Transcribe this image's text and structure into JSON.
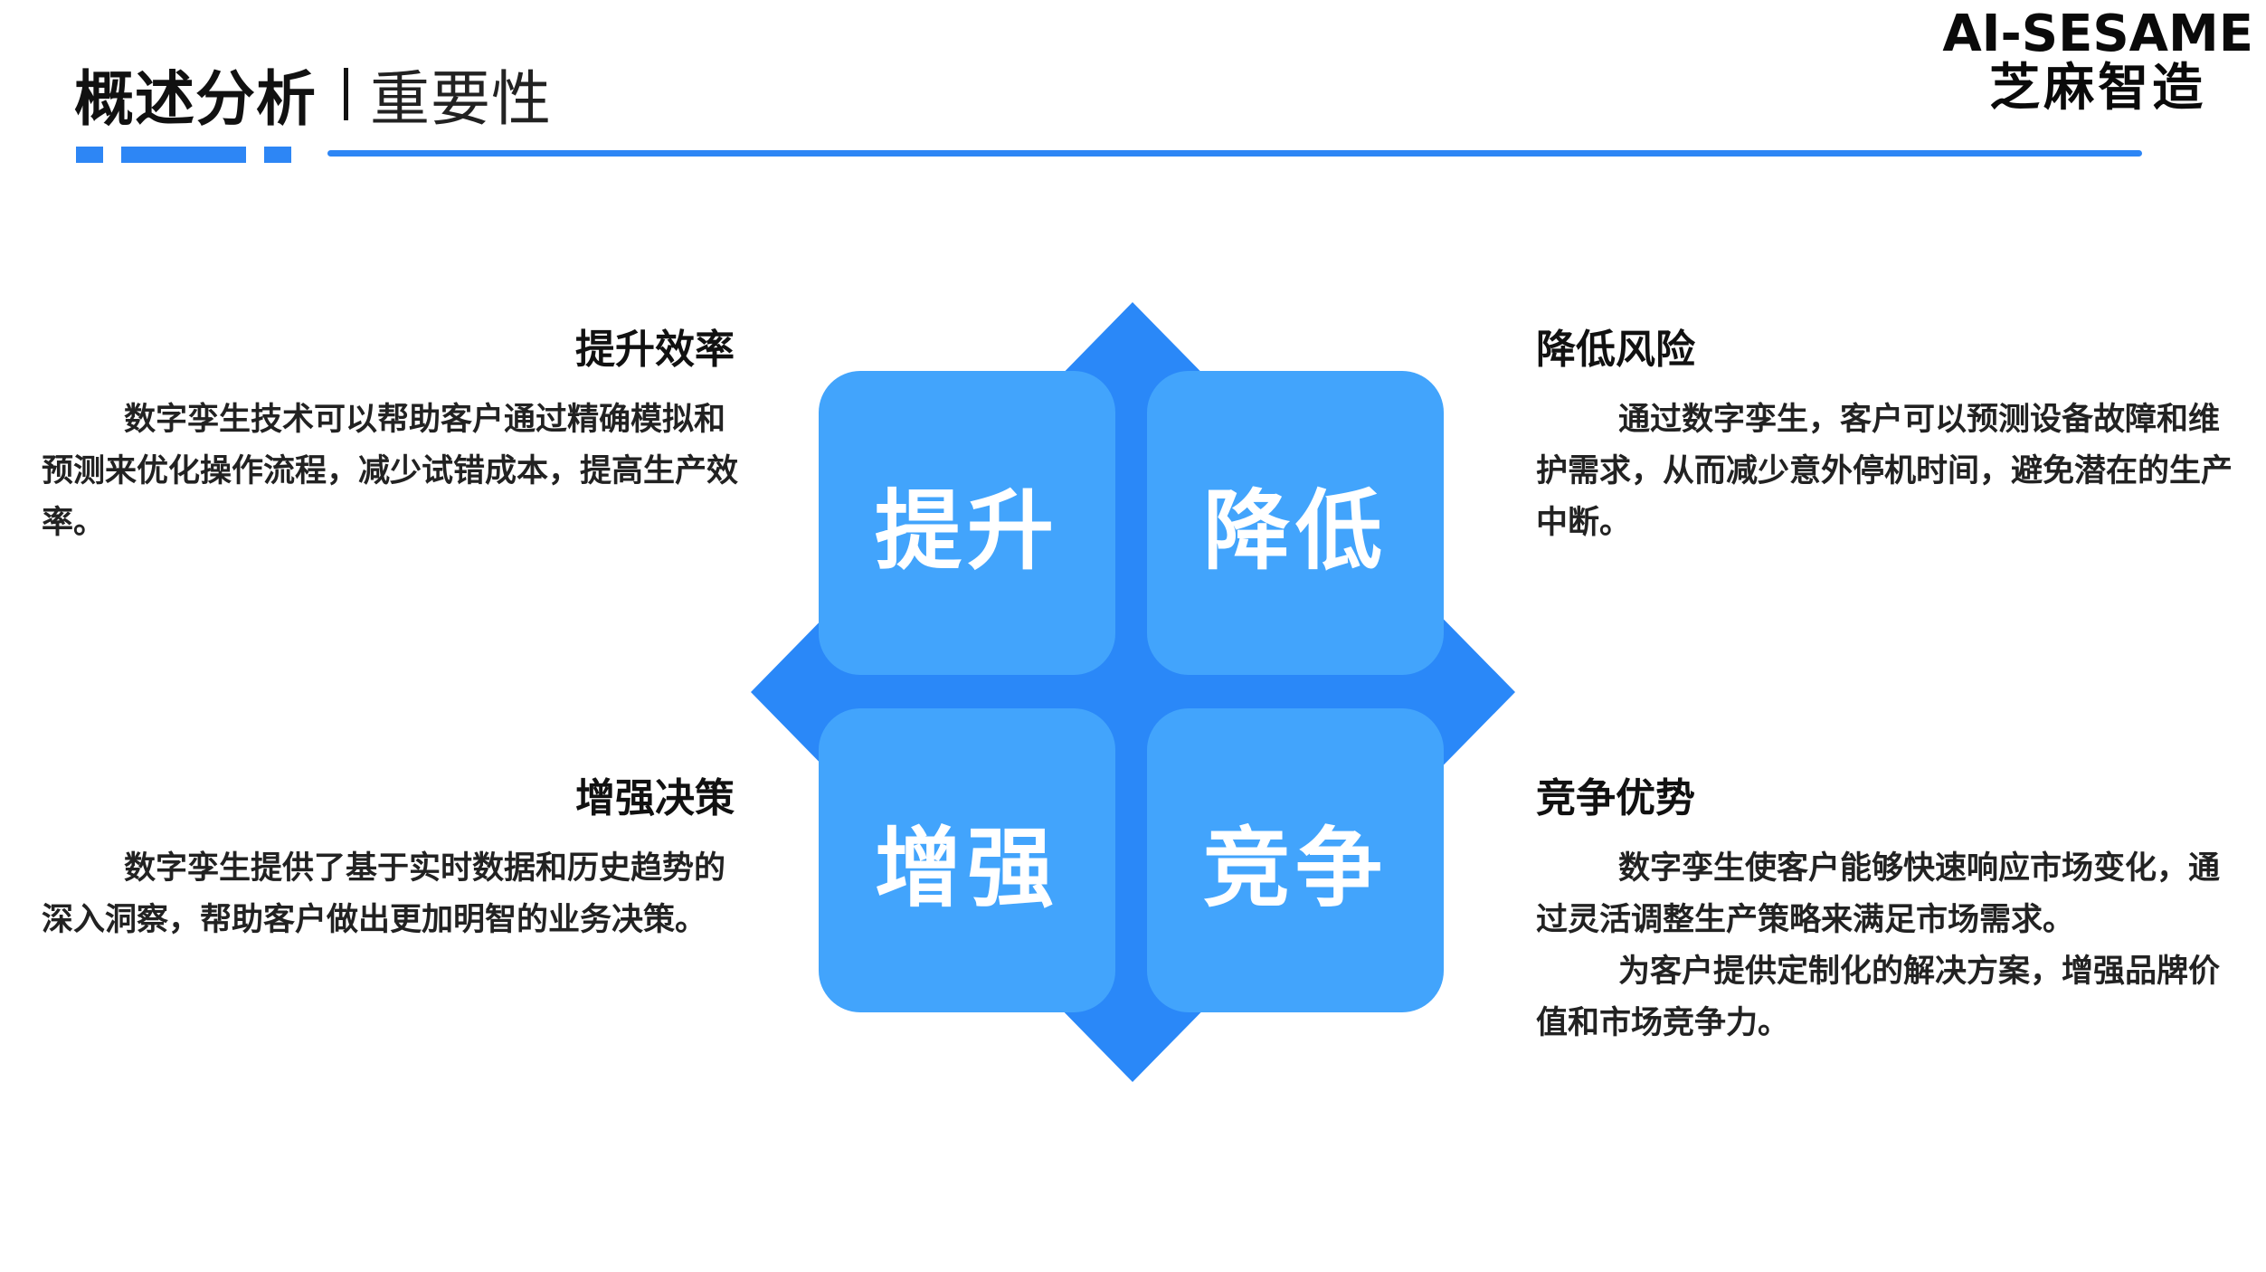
{
  "header": {
    "title_main": "概述分析",
    "title_sub": "重要性",
    "brand_en": "AI-SESAME",
    "brand_cn": "芝麻智造"
  },
  "colors": {
    "accent": "#2d86f5",
    "diamond": "#2a88f8",
    "tile": "#42a4fc",
    "text": "#111111"
  },
  "quadrants": [
    {
      "label": "提升"
    },
    {
      "label": "降低"
    },
    {
      "label": "增强"
    },
    {
      "label": "竞争"
    }
  ],
  "blocks": {
    "top_left": {
      "title": "提升效率",
      "body": [
        "数字孪生技术可以帮助客户通过精确模拟和预测来优化操作流程，减少试错成本，提高生产效率。"
      ]
    },
    "top_right": {
      "title": "降低风险",
      "body": [
        "通过数字孪生，客户可以预测设备故障和维护需求，从而减少意外停机时间，避免潜在的生产中断。"
      ]
    },
    "bottom_left": {
      "title": "增强决策",
      "body": [
        "数字孪生提供了基于实时数据和历史趋势的深入洞察，帮助客户做出更加明智的业务决策。"
      ]
    },
    "bottom_right": {
      "title": "竞争优势",
      "body": [
        "数字孪生使客户能够快速响应市场变化，通过灵活调整生产策略来满足市场需求。",
        "为客户提供定制化的解决方案，增强品牌价值和市场竞争力。"
      ]
    }
  }
}
